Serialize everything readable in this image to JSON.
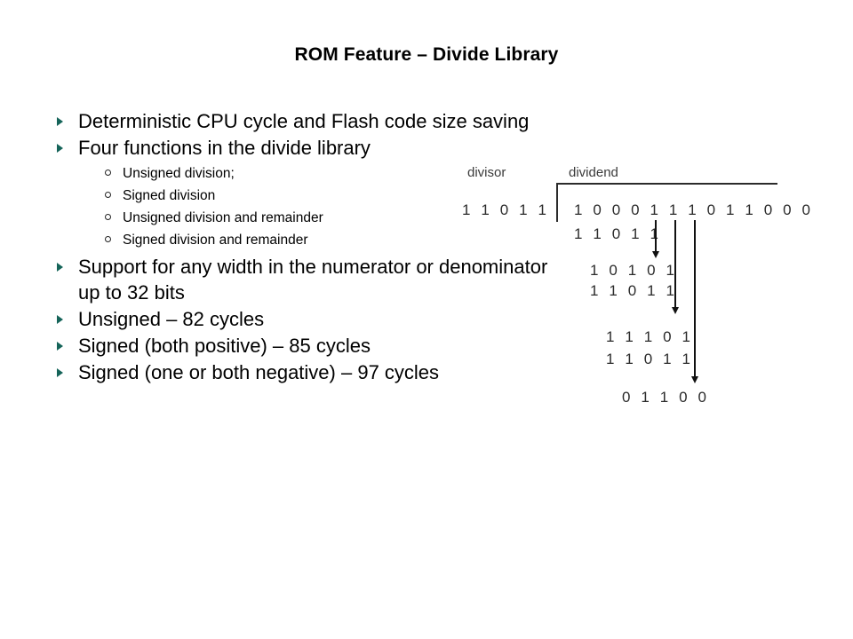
{
  "slide": {
    "title": "ROM Feature – Divide Library",
    "background_color": "#ffffff",
    "bullet_marker_color": "#156459"
  },
  "bullets": [
    {
      "text": "Deterministic CPU cycle and Flash code size saving",
      "marker": "triangle-bullet-icon",
      "sub_items": []
    },
    {
      "text": "Four functions in the divide library",
      "marker": "triangle-bullet-icon",
      "sub_items": [
        {
          "text": "Unsigned division;",
          "marker": "circle-bullet-icon"
        },
        {
          "text": "Signed division",
          "marker": "circle-bullet-icon"
        },
        {
          "text": "Unsigned division and remainder",
          "marker": "circle-bullet-icon"
        },
        {
          "text": "Signed division and remainder",
          "marker": "circle-bullet-icon"
        }
      ]
    },
    {
      "text": "Support for any width in the numerator or denominator up to 32 bits",
      "marker": "triangle-bullet-icon",
      "sub_items": []
    },
    {
      "text": "Unsigned – 82 cycles",
      "marker": "triangle-bullet-icon",
      "sub_items": []
    },
    {
      "text": "Signed (both positive) – 85 cycles",
      "marker": "triangle-bullet-icon",
      "sub_items": []
    },
    {
      "text": "Signed (one or both negative) – 97 cycles",
      "marker": "triangle-bullet-icon",
      "sub_items": []
    }
  ],
  "division_figure": {
    "labels": {
      "divisor": "divisor",
      "dividend": "dividend"
    },
    "divisor_digits": "1 1 0 1 1",
    "dividend_digits": "1 0 0 0 1 1 1 0 1 1 0 0 0",
    "work_rows": [
      "1 1 0 1 1",
      "1 0 1 0 1",
      "1 1 0 1 1",
      "1 1 1 0 1",
      "1 1 0 1 1",
      "0 1 1 0 0"
    ],
    "arrows": [
      "bring-down-arrow-1",
      "bring-down-arrow-2",
      "bring-down-arrow-3"
    ]
  }
}
